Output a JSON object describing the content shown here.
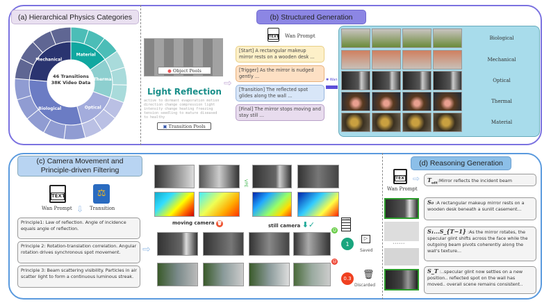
{
  "panel_a": {
    "title": "(a) Hierarchical Physics Categories",
    "center_line1": "46 Transitions",
    "center_line2": "38K Video Data",
    "categories": [
      {
        "name": "Material",
        "color": "#11a7a0"
      },
      {
        "name": "Thermal",
        "color": "#8dcfcf"
      },
      {
        "name": "Optical",
        "color": "#a3acdc"
      },
      {
        "name": "Biological",
        "color": "#6b7cc4"
      },
      {
        "name": "Mechanical",
        "color": "#2a3470"
      }
    ],
    "object_pools": "Object Pools",
    "word_cloud_title": "Light Reflection",
    "word_cloud_words": [
      "active to dormant",
      "evaporation",
      "motion direction change",
      "compression",
      "light intensity change",
      "heating",
      "freezing",
      "tension",
      "seedling to mature",
      "diseased to healthy"
    ],
    "transition_pools": "Transition Pools"
  },
  "panel_b": {
    "title": "(b) Structured Generation",
    "prompt_label": "Wan Prompt",
    "text_icon": "TEXT",
    "model_label": "Wan",
    "prompts": [
      {
        "text": "[Start] A rectangular makeup mirror rests on a wooden desk ...",
        "color": "#fdf0c8"
      },
      {
        "text": "[Trigger] As the mirror is nudged gently ...",
        "color": "#fde0c4"
      },
      {
        "text": "[Transition] The reflected spot glides along the wall ...",
        "color": "#d8e6f8"
      },
      {
        "text": "[Final] The mirror stops moving and stay still ...",
        "color": "#e8dcee"
      }
    ],
    "rows": [
      "Biological",
      "Mechanical",
      "Optical",
      "Thermal",
      "Material"
    ]
  },
  "panel_c": {
    "title": "(c) Camera Movement and Principle-driven Filtering",
    "prompt_label": "Wan Prompt",
    "transition_label": "Transition",
    "text_icon": "TEXT",
    "principles": [
      "Principle1: Law of reflection. Angle of incidence equals angle of reflection.",
      "Principle 2: Rotation-translation correlation. Angular rotation drives synchronous spot movement.",
      "Principle 3: Beam scattering visibility. Particles in air scatter light to form a continuous luminous streak."
    ],
    "vpe_label": "VPE",
    "moving_camera": "moving camera",
    "still_camera": "still camera",
    "score_icon": "SCORE",
    "score_saved": "1",
    "score_discarded": "0.3",
    "saved_label": "Saved",
    "discarded_label": "Discarded"
  },
  "panel_d": {
    "title": "(d) Reasoning Generation",
    "prompt_label": "Wan Prompt",
    "text_icon": "TEXT",
    "dots": "••••••",
    "t_edit_sym": "T",
    "t_edit_sub": "edit",
    "t_edit": ":Mirror reflects the incident beam",
    "s0_sym": "S₀",
    "s0": ":A rectangular makeup mirror rests on a wooden desk beneath a sunlit casement...",
    "s1_sym": "S₁...S_{T−1}",
    "s1": ":As the mirror rotates, the specular glint shifts across the face while the outgoing beam pivots coherently along the wall's texture...",
    "st_sym": "S_T",
    "st": ":..specular glint now settles on a new position.. reflected spot on the wall has moved.. overall scene remains consistent.."
  }
}
